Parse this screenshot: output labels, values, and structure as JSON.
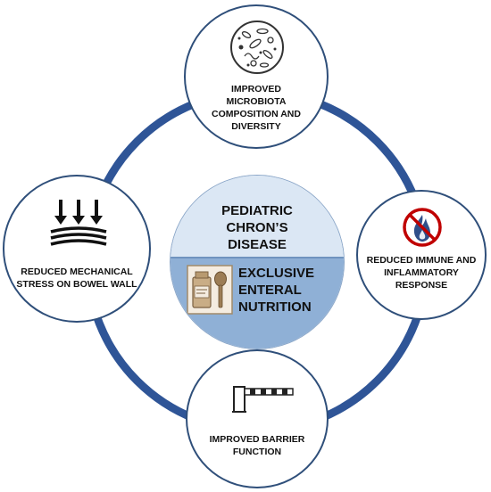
{
  "center": {
    "top_text": "PEDIATRIC\nCHRON’S\nDISEASE",
    "bottom_text": "EXCLUSIVE\nENTERAL\nNUTRITION",
    "bottom_icon": "nutrition-bottle-spoon-icon"
  },
  "nodes": {
    "top": {
      "text": "IMPROVED\nMICROBIOTA\nCOMPOSITION AND\nDIVERSITY",
      "icon": "microbiota-icon"
    },
    "right": {
      "text": "REDUCED IMMUNE AND\nINFLAMMATORY\nRESPONSE",
      "icon": "no-inflammation-icon"
    },
    "bottom": {
      "text": "IMPROVED BARRIER\nFUNCTION",
      "icon": "barrier-gate-icon"
    },
    "left": {
      "text": "REDUCED MECHANICAL\nSTRESS ON BOWEL WALL",
      "icon": "pressure-arrows-icon"
    }
  },
  "colors": {
    "ring": "#2f5597",
    "node_border": "#2f4f7a",
    "center_top": "#dbe7f4",
    "center_bottom": "#8fb0d6",
    "prohibit": "#c00000",
    "flame": "#2f4f8a"
  }
}
